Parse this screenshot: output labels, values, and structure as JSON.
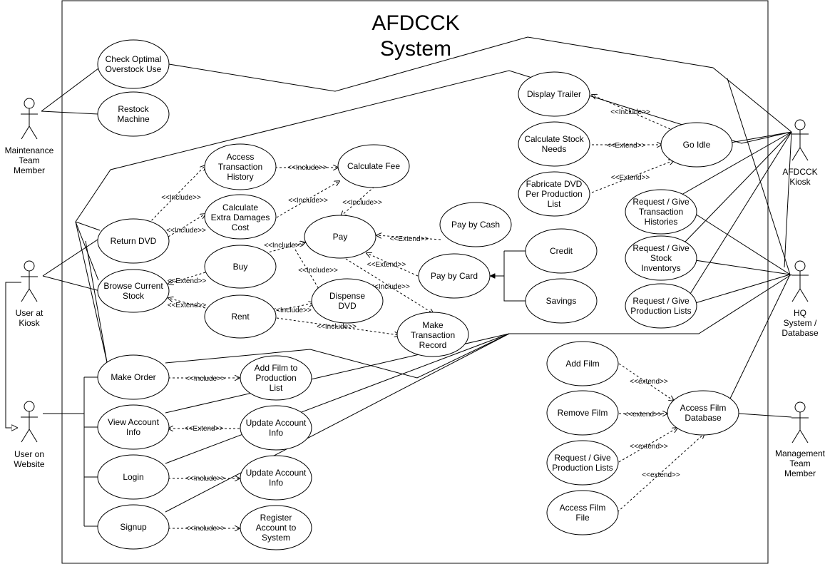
{
  "system": {
    "title_line1": "AFDCCK",
    "title_line2": "System"
  },
  "actors": {
    "maintenance": [
      "Maintenance",
      "Team",
      "Member"
    ],
    "user_kiosk": [
      "User at",
      "Kiosk"
    ],
    "user_website": [
      "User on",
      "Website"
    ],
    "kiosk": [
      "AFDCCK",
      "Kiosk"
    ],
    "hq": [
      "HQ",
      "System /",
      "Database"
    ],
    "management": [
      "Management",
      "Team",
      "Member"
    ]
  },
  "use_cases": {
    "check_overstock": [
      "Check Optimal",
      "Overstock Use"
    ],
    "restock": [
      "Restock",
      "Machine"
    ],
    "access_history": [
      "Access",
      "Transaction",
      "History"
    ],
    "calc_fee": [
      "Calculate Fee"
    ],
    "calc_damages": [
      "Calculate",
      "Extra Damages",
      "Cost"
    ],
    "return_dvd": [
      "Return DVD"
    ],
    "pay": [
      "Pay"
    ],
    "pay_cash": [
      "Pay by Cash"
    ],
    "pay_card": [
      "Pay by Card"
    ],
    "credit": [
      "Credit"
    ],
    "savings": [
      "Savings"
    ],
    "buy": [
      "Buy"
    ],
    "browse": [
      "Browse Current",
      "Stock"
    ],
    "rent": [
      "Rent"
    ],
    "dispense": [
      "Dispense",
      "DVD"
    ],
    "make_record": [
      "Make",
      "Transaction",
      "Record"
    ],
    "display_trailer": [
      "Display Trailer"
    ],
    "calc_stock": [
      "Calculate Stock",
      "Needs"
    ],
    "go_idle": [
      "Go Idle"
    ],
    "fabricate": [
      "Fabricate DVD",
      "Per Production",
      "List"
    ],
    "req_histories": [
      "Request / Give",
      "Transaction",
      "Histories"
    ],
    "req_inventory": [
      "Request / Give",
      "Stock",
      "Inventorys"
    ],
    "req_prod_lists": [
      "Request / Give",
      "Production Lists"
    ],
    "make_order": [
      "Make Order"
    ],
    "add_to_list": [
      "Add Film to",
      "Production",
      "List"
    ],
    "view_account": [
      "View Account",
      "Info"
    ],
    "update_account_1": [
      "Update Account",
      "Info"
    ],
    "login": [
      "Login"
    ],
    "update_account_2": [
      "Update Account",
      "Info"
    ],
    "signup": [
      "Signup"
    ],
    "register": [
      "Register",
      "Account to",
      "System"
    ],
    "add_film": [
      "Add Film"
    ],
    "remove_film": [
      "Remove Film"
    ],
    "req_prod_lists_2": [
      "Request / Give",
      "Production Lists"
    ],
    "access_db": [
      "Access Film",
      "Database"
    ],
    "access_file": [
      "Access Film",
      "File"
    ]
  },
  "relations": {
    "include": "<<Include>>",
    "include_lower": "<<include>>",
    "extend": "<<Extend>>",
    "extend_lower": "<<extend>>"
  }
}
